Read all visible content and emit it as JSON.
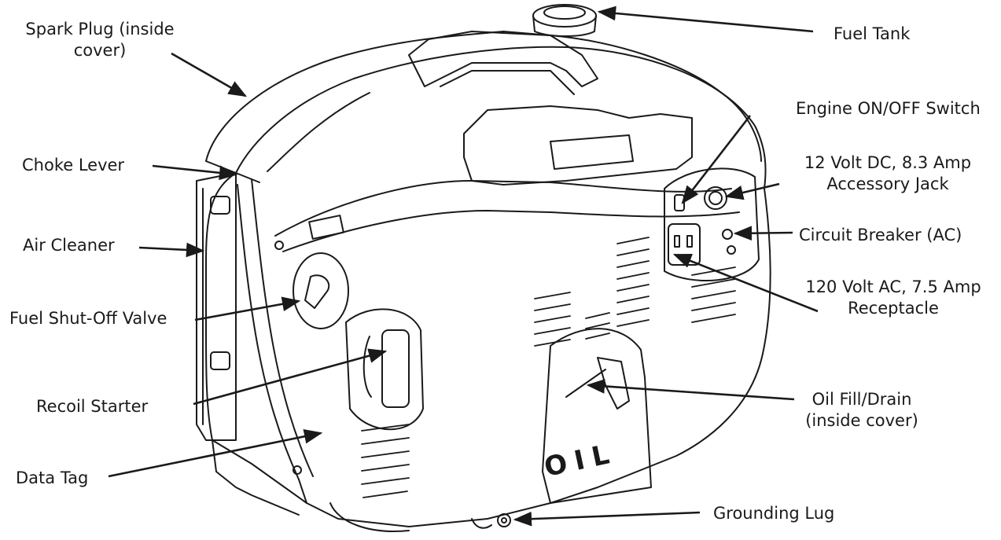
{
  "labels": {
    "spark_plug": [
      "Spark Plug (inside",
      "cover)"
    ],
    "choke_lever": "Choke Lever",
    "air_cleaner": "Air Cleaner",
    "fuel_shutoff": "Fuel Shut-Off Valve",
    "recoil_starter": "Recoil Starter",
    "data_tag": "Data Tag",
    "fuel_tank": "Fuel Tank",
    "engine_switch": "Engine ON/OFF Switch",
    "dc_jack": [
      "12 Volt DC, 8.3 Amp",
      "Accessory Jack"
    ],
    "circuit_breaker": "Circuit Breaker (AC)",
    "ac_receptacle": [
      "120 Volt AC, 7.5 Amp",
      "Receptacle"
    ],
    "oil_fill": [
      "Oil Fill/Drain",
      "(inside cover)"
    ],
    "grounding_lug": "Grounding Lug"
  },
  "cover_text": "OIL",
  "colors": {
    "ink": "#1a1a1a",
    "paper": "#ffffff"
  }
}
